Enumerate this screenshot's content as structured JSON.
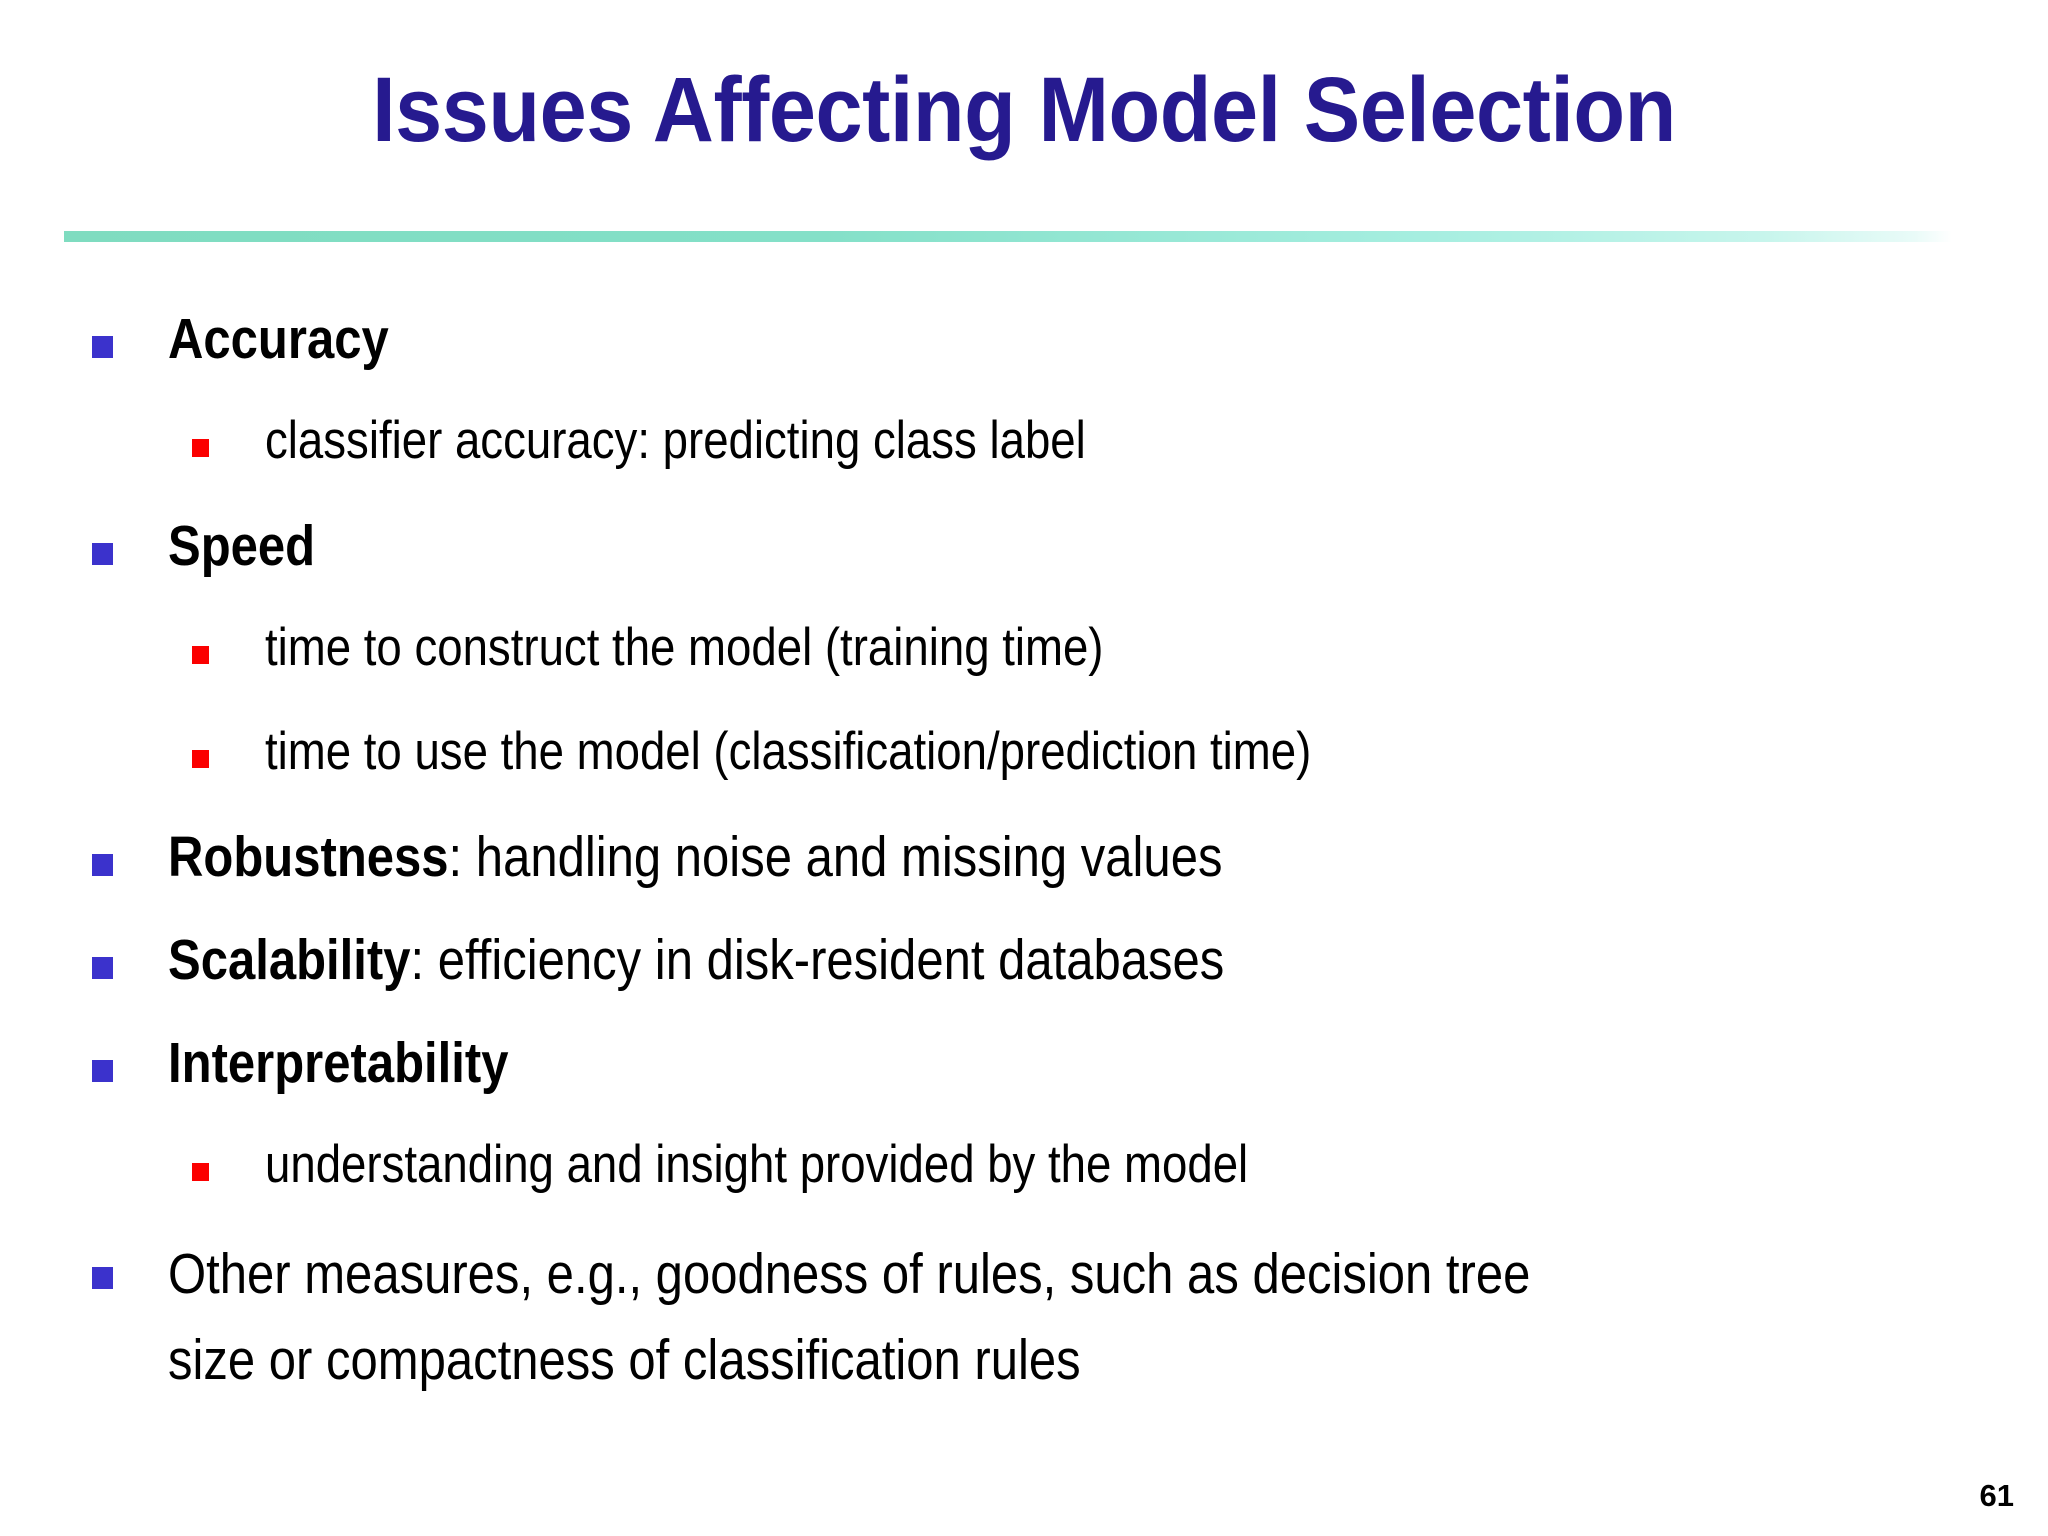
{
  "slide": {
    "title": "Issues Affecting Model Selection",
    "page_number": "61",
    "colors": {
      "title": "#261a8f",
      "rule_start": "#7fdcc0",
      "rule_end": "#ffffff",
      "bullet_level1": "#3b32cc",
      "bullet_level2": "#fb0000",
      "body_text": "#000000",
      "background": "#ffffff"
    }
  },
  "bullets": [
    {
      "level": 1,
      "lead": "Accuracy",
      "rest": "",
      "bullet": "blue-square"
    },
    {
      "level": 2,
      "lead": "",
      "rest": "classifier accuracy: predicting class label",
      "bullet": "red-square"
    },
    {
      "level": 1,
      "lead": "Speed",
      "rest": "",
      "bullet": "blue-square"
    },
    {
      "level": 2,
      "lead": "",
      "rest": "time to construct the model (training time)",
      "bullet": "red-square"
    },
    {
      "level": 2,
      "lead": "",
      "rest": "time to use the model (classification/prediction time)",
      "bullet": "red-square"
    },
    {
      "level": 1,
      "lead": "Robustness",
      "rest": ": handling noise and missing values",
      "bullet": "blue-square"
    },
    {
      "level": 1,
      "lead": "Scalability",
      "rest": ": efficiency in disk-resident databases",
      "bullet": "blue-square"
    },
    {
      "level": 1,
      "lead": "Interpretability",
      "rest": "",
      "bullet": "blue-square"
    },
    {
      "level": 2,
      "lead": "",
      "rest": "understanding and insight provided by the model",
      "bullet": "red-square"
    },
    {
      "level": 1,
      "lead": "",
      "rest": "Other measures, e.g., goodness of rules, such as decision tree size or compactness of classification rules",
      "bullet": "blue-square",
      "wraps": true
    }
  ]
}
